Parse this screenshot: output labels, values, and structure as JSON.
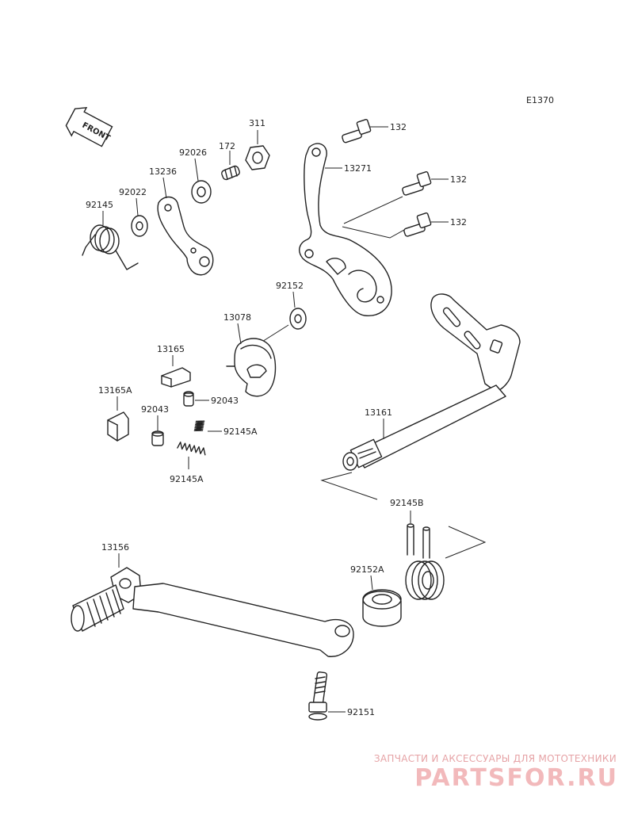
{
  "diagram_code": "E1370",
  "front_label": "FRONT",
  "labels": {
    "p132a": "132",
    "p132b": "132",
    "p132c": "132",
    "p311": "311",
    "p172": "172",
    "p92026": "92026",
    "p13236": "13236",
    "p92022": "92022",
    "p92145": "92145",
    "p13271": "13271",
    "p92152": "92152",
    "p13078": "13078",
    "p13165": "13165",
    "p13165A": "13165A",
    "p92043a": "92043",
    "p92043b": "92043",
    "p92145Aa": "92145A",
    "p92145Ab": "92145A",
    "p13161": "13161",
    "p92145B": "92145B",
    "p92152A": "92152A",
    "p13156": "13156",
    "p92151": "92151"
  },
  "watermark": {
    "tagline": "ЗАПЧАСТИ И АКСЕССУАРЫ ДЛЯ МОТОТЕХНИКИ",
    "logo": "PARTSFOR.RU"
  }
}
